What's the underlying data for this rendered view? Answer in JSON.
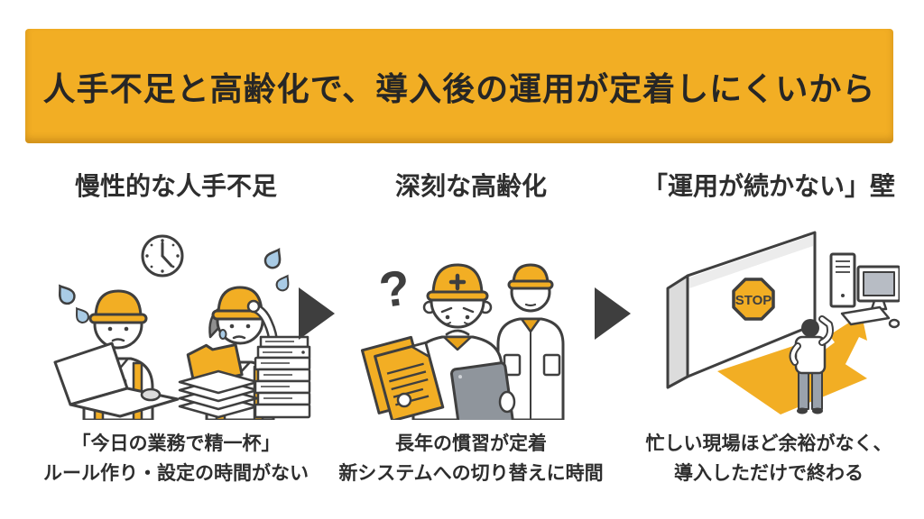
{
  "banner": {
    "title": "人手不足と高齢化で、導入後の運用が定着しにくいから"
  },
  "columns": [
    {
      "heading": "慢性的な人手不足",
      "illustration": "stressed-workers",
      "caption_line1": "「今日の業務で精一杯」",
      "caption_line2": "ルール作り・設定の時間がない"
    },
    {
      "heading": "深刻な高齢化",
      "illustration": "aging-workers",
      "caption_line1": "長年の慣習が定着",
      "caption_line2": "新システムへの切り替えに時間"
    },
    {
      "heading": "「運用が続かない」壁",
      "illustration": "stop-wall",
      "caption_line1": "忙しい現場ほど余裕がなく、",
      "caption_line2": "導入しただけで終わる"
    }
  ],
  "graphics": {
    "stop_sign_label": "STOP",
    "question_mark": "?",
    "clock_time": "5:00"
  },
  "icons": [
    "clock-icon",
    "sweat-drop-icon",
    "hard-hat-icon",
    "laptop-icon",
    "paper-stack-icon",
    "folder-icon",
    "document-stack-icon",
    "question-mark-icon",
    "documents-icon",
    "tablet-icon",
    "wall-graphic",
    "stop-sign-icon",
    "arrow-path-icon",
    "person-figure",
    "desktop-computer-icon",
    "right-arrow-icon"
  ],
  "colors": {
    "banner_yellow": "#F2AE24",
    "text_dark": "#2E2E2E",
    "outline": "#3F3F3F",
    "sweat_blue": "#A9CBE5",
    "tablet_gray": "#8F959C",
    "flow_arrow_gray": "#3E3E3E",
    "background": "#FFFFFF"
  }
}
